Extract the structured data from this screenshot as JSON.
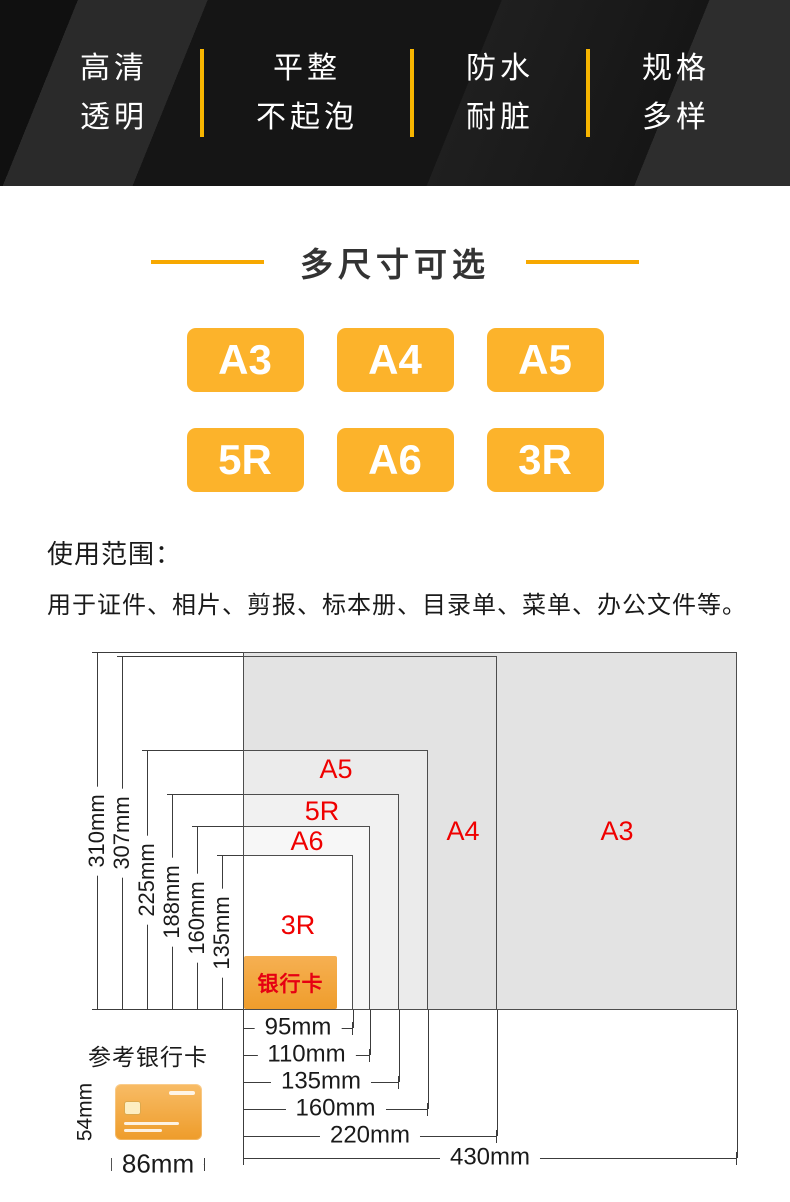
{
  "banner": {
    "features": [
      {
        "line1": "高清",
        "line2": "透明"
      },
      {
        "line1": "平整",
        "line2": "不起泡"
      },
      {
        "line1": "防水",
        "line2": "耐脏"
      },
      {
        "line1": "规格",
        "line2": "多样"
      }
    ]
  },
  "sizes": {
    "title": "多尺寸可选",
    "options": [
      "A3",
      "A4",
      "A5",
      "5R",
      "A6",
      "3R"
    ]
  },
  "usage": {
    "label": "使用范围：",
    "text": "用于证件、相片、剪报、标本册、目录单、菜单、办公文件等。"
  },
  "diagram": {
    "area_labels": {
      "a3": "A3",
      "a4": "A4",
      "a5": "A5",
      "r5": "5R",
      "a6": "A6",
      "r3": "3R",
      "card": "银行卡"
    },
    "vertical_dims": [
      "310mm",
      "307mm",
      "225mm",
      "188mm",
      "160mm",
      "135mm"
    ],
    "horizontal_dims": [
      "95mm",
      "110mm",
      "135mm",
      "160mm",
      "220mm",
      "430mm"
    ],
    "reference": {
      "label": "参考银行卡",
      "height": "54mm",
      "width": "86mm"
    }
  },
  "colors": {
    "accent_yellow": "#f7b500",
    "button_yellow": "#fcb32b",
    "label_red": "#ef0000",
    "card_orange": "#f3a63c"
  }
}
